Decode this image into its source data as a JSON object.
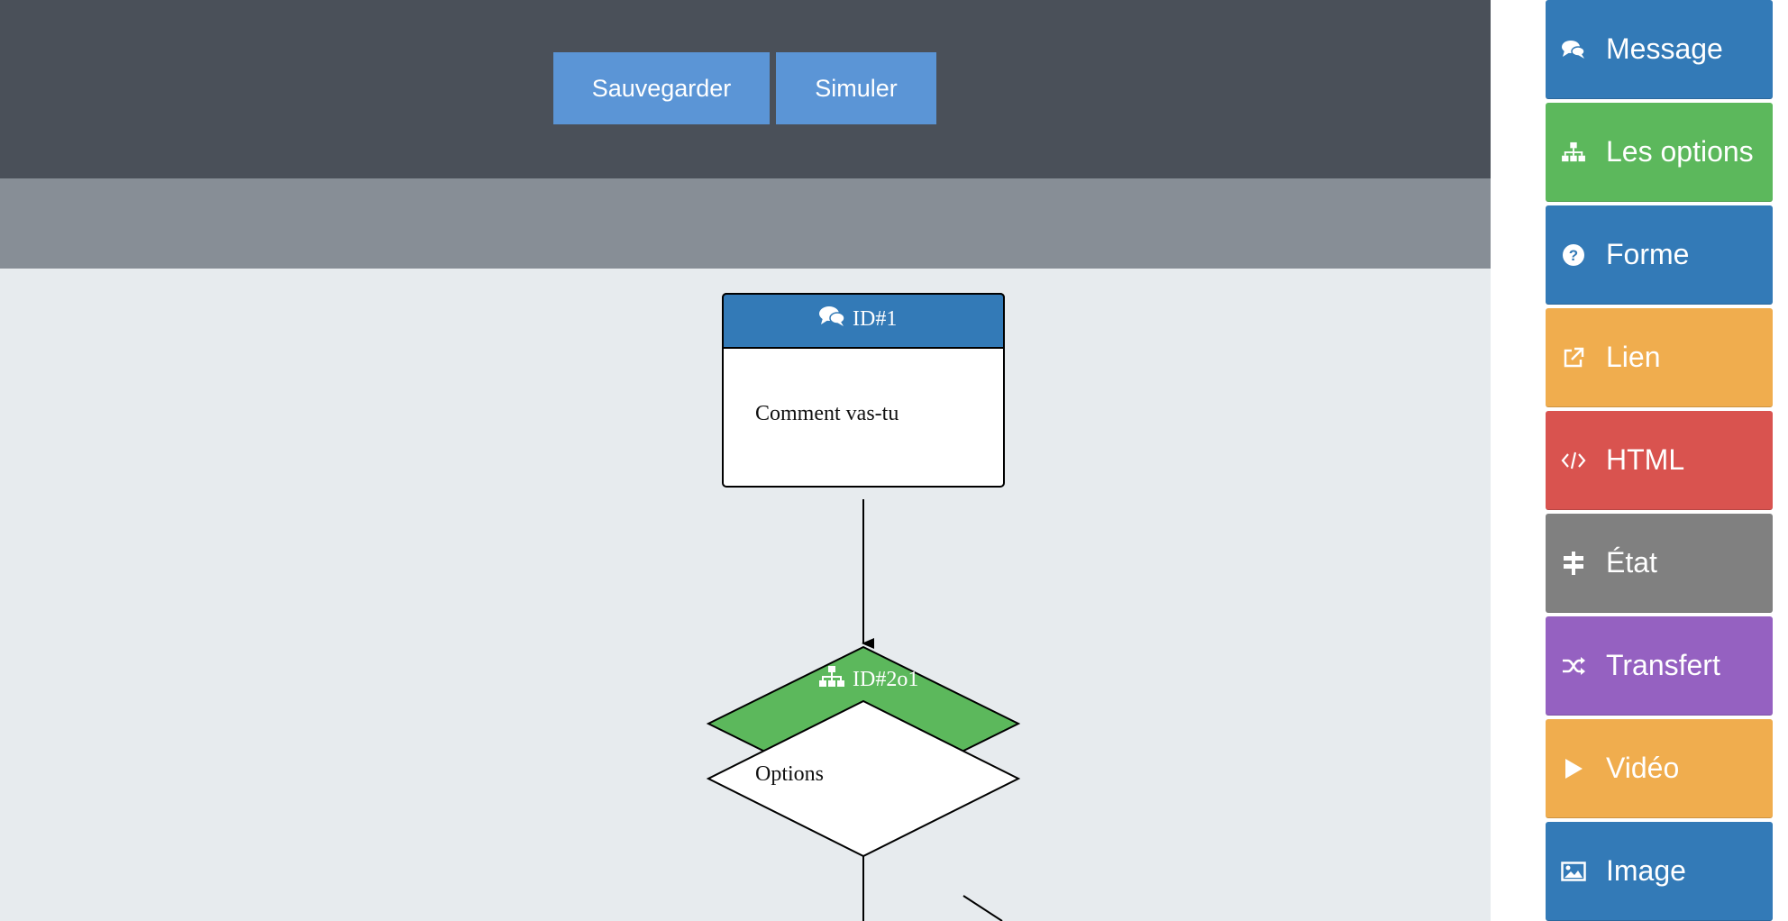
{
  "toolbar": {
    "save_label": "Sauvegarder",
    "simulate_label": "Simuler"
  },
  "flow": {
    "message_node": {
      "id_label": "ID#1",
      "text": "Comment vas-tu",
      "icon": "comments-icon"
    },
    "options_node": {
      "id_label": "ID#2o1",
      "text": "Options",
      "icon": "sitemap-icon"
    }
  },
  "palette": {
    "items": [
      {
        "label": "Message",
        "icon": "comments-icon",
        "color": "#337ab7"
      },
      {
        "label": "Les options",
        "icon": "sitemap-icon",
        "color": "#5cb85c"
      },
      {
        "label": "Forme",
        "icon": "question-circle-icon",
        "color": "#337ab7"
      },
      {
        "label": "Lien",
        "icon": "external-link-icon",
        "color": "#f0ad4e"
      },
      {
        "label": "HTML",
        "icon": "code-icon",
        "color": "#d9534f"
      },
      {
        "label": "État",
        "icon": "signpost-icon",
        "color": "#808080"
      },
      {
        "label": "Transfert",
        "icon": "shuffle-icon",
        "color": "#9561c1"
      },
      {
        "label": "Vidéo",
        "icon": "play-icon",
        "color": "#f0ad4e"
      },
      {
        "label": "Image",
        "icon": "image-icon",
        "color": "#337ab7"
      }
    ]
  },
  "colors": {
    "topbar": "#4a5059",
    "subbar": "#878e96",
    "canvas": "#e7ebee",
    "button": "#5b95d6",
    "message_header": "#337ab7",
    "options_header": "#5cb85c"
  }
}
